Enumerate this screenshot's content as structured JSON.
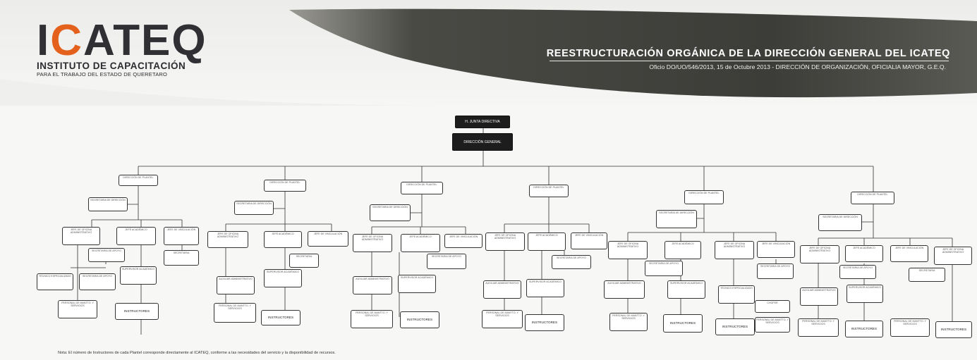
{
  "header": {
    "logo_word": "ICATEQ",
    "logo_line1": "INSTITUTO DE CAPACITACIÓN",
    "logo_line2": "PARA EL TRABAJO DEL ESTADO DE QUERETARO",
    "title": "REESTRUCTURACIÓN ORGÁNICA DE LA DIRECCIÓN GENERAL DEL ICATEQ",
    "subtitle": "Oficio DO/UO/546/2013, 15 de Octubre 2013  -  DIRECCIÓN DE ORGANIZACIÓN, OFICIALIA MAYOR, G.E.Q."
  },
  "colors": {
    "band_dark": "#3f3f3b",
    "logo_accent": "#e4611d",
    "logo_dark": "#2f2f34"
  },
  "chart": {
    "top1": "H. JUNTA DIRECTIVA",
    "top2": "DIRECCIÓN GENERAL",
    "instructores": "INSTRUCTORES",
    "instructores_caps": "INSTRUCTORES",
    "plantel1": "DIRECCIÓN DE PLANTEL",
    "jefe_operacion": "JEFE DE OFICINA ADMINISTRATIVO",
    "jefe_academico": "JEFE ACADÉMICO",
    "jefe_vinculacion": "JEFE DE VINCULACIÓN",
    "secretaria": "SECRETARIA",
    "secretaria_direccion": "SECRETARIA DE DIRECCIÓN",
    "personal_mant": "PERSONAL DE MANTTO. Y SERVICIOS",
    "auxiliar": "AUXILIAR ADMINISTRATIVO",
    "supervisor": "SUPERVISOR ACADÉMICO",
    "tecnico": "TÉCNICO ESPECIALIZADO",
    "secretaria_apoyo": "SECRETARIA DE APOYO",
    "chofer": "CHOFER"
  },
  "footnote": "Nota: El número de Instructores de cada Plantel corresponde directamente al ICATEQ, conforme a las necesidades del servicio y la disponibilidad de recursos."
}
